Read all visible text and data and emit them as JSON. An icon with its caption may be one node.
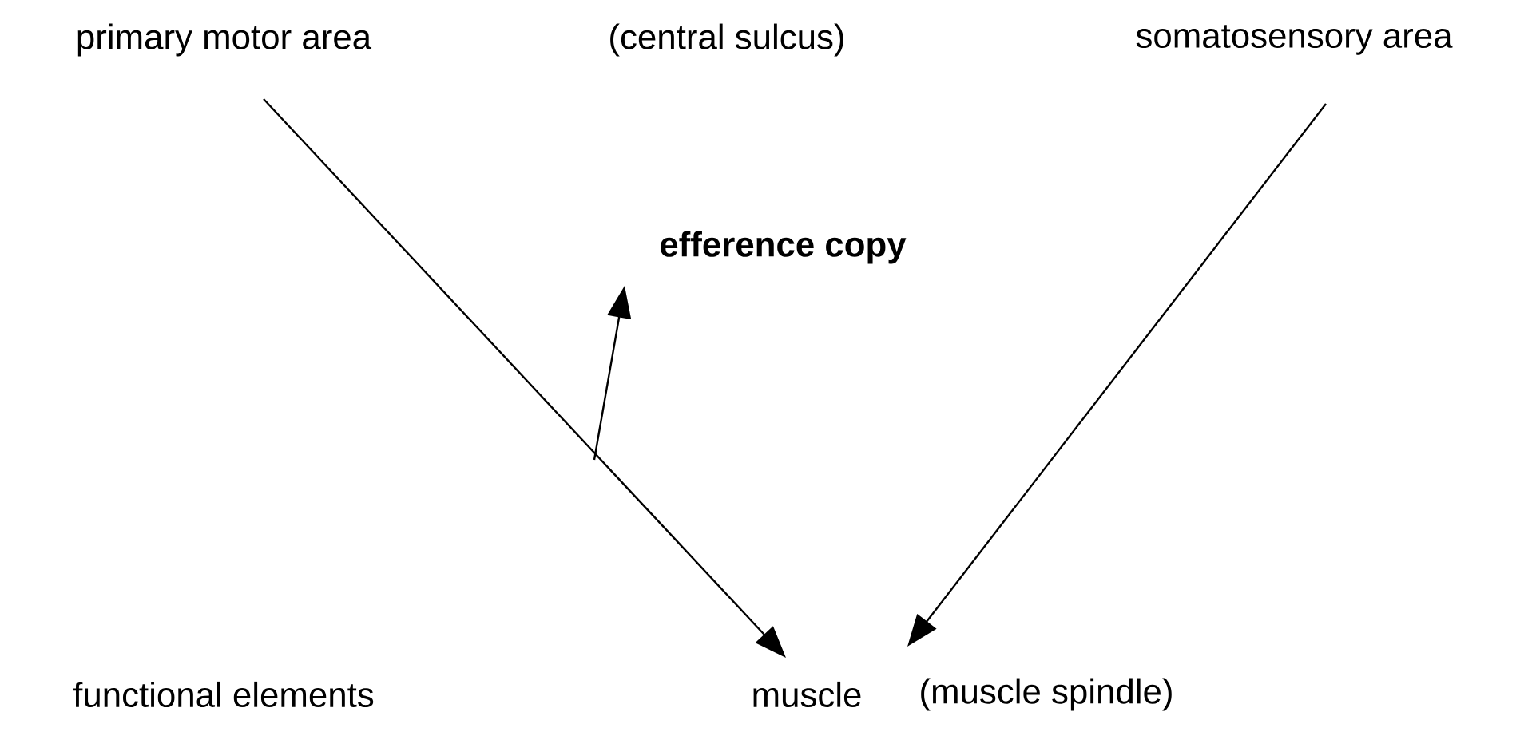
{
  "diagram": {
    "nodes": [
      {
        "text": [
          "primary motor area"
        ]
      },
      {
        "text": [
          "somatosensory area"
        ]
      },
      {
        "text": [
          "efference copy"
        ]
      },
      {
        "text": [
          "muscle"
        ]
      },
      {
        "text": [
          "(muscle spindle)"
        ]
      }
    ],
    "edges": [
      {
        "from": 0,
        "to": 3,
        "arrow": "to"
      },
      {
        "from": 1,
        "to": 4,
        "arrow": "to"
      },
      {
        "from": null,
        "to": 2,
        "arrow": "to"
      }
    ],
    "labels": [
      "(central sulcus)",
      "functional elements"
    ]
  }
}
